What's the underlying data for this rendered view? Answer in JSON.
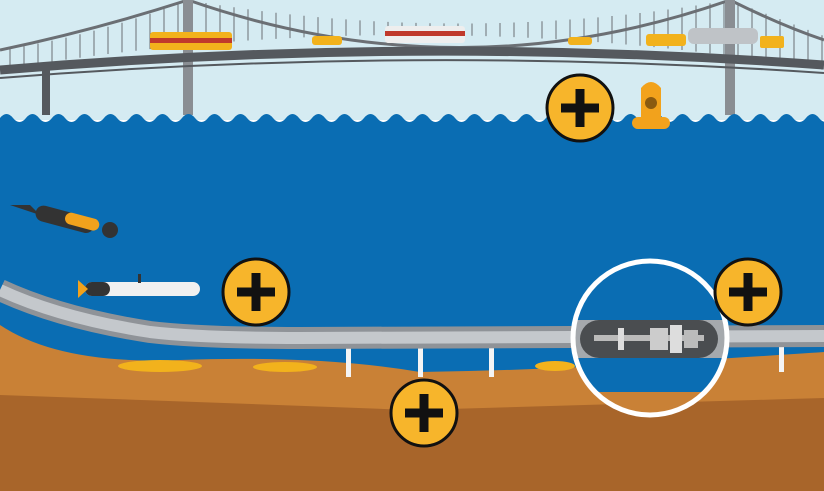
{
  "scene": {
    "colors": {
      "sky": "#d5ebf2",
      "water": "#0a6db3",
      "wave": "#0a6db3",
      "seabed": "#c98136",
      "seabed_dark": "#a8652a",
      "pipeline": "#b8bcc0",
      "bridge": "#6b6f74",
      "hotspot_fill": "#f7b52b",
      "hotspot_stroke": "#111111"
    },
    "hotspots": [
      {
        "id": "surface",
        "icon": "plus-icon"
      },
      {
        "id": "underwater-vehicle",
        "icon": "plus-icon"
      },
      {
        "id": "seabed",
        "icon": "plus-icon"
      },
      {
        "id": "pipeline-right",
        "icon": "plus-icon"
      }
    ],
    "magnifier": {
      "icon": "pipeline-inspection-gauge-icon"
    }
  }
}
